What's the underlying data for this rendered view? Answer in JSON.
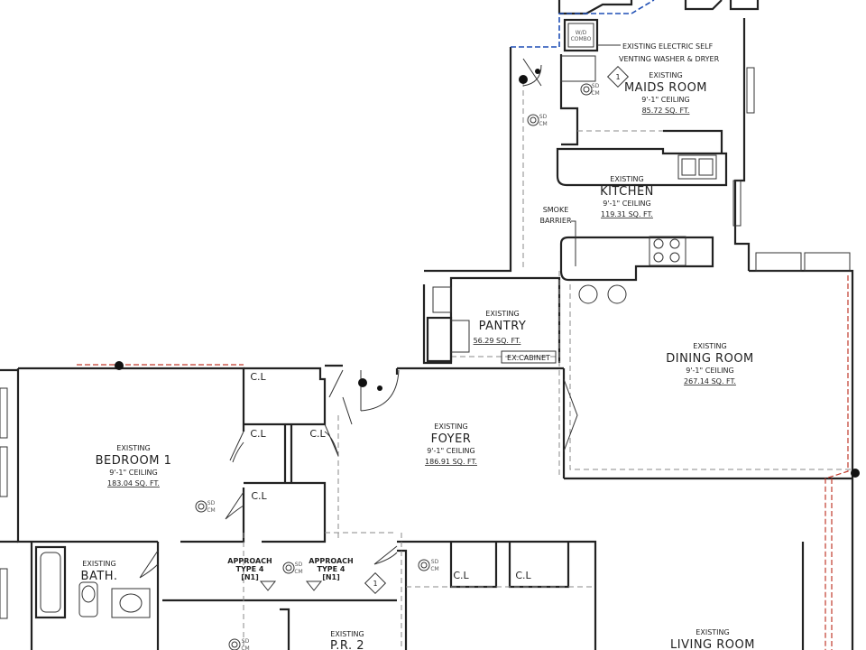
{
  "rooms": {
    "maids_room": {
      "label": "EXISTING",
      "name": "MAIDS ROOM",
      "ceiling": "9'-1\" CEILING",
      "area": "85.72 SQ. FT."
    },
    "kitchen": {
      "label": "EXISTING",
      "name": "KITCHEN",
      "ceiling": "9'-1\" CEILING",
      "area": "119.31 SQ. FT."
    },
    "pantry": {
      "label": "EXISTING",
      "name": "PANTRY",
      "area": "56.29 SQ. FT."
    },
    "dining_room": {
      "label": "EXISTING",
      "name": "DINING ROOM",
      "ceiling": "9'-1\" CEILING",
      "area": "267.14 SQ. FT."
    },
    "bedroom1": {
      "label": "EXISTING",
      "name": "BEDROOM 1",
      "ceiling": "9'-1\" CEILING",
      "area": "183.04 SQ. FT."
    },
    "foyer": {
      "label": "EXISTING",
      "name": "FOYER",
      "ceiling": "9'-1\" CEILING",
      "area": "186.91 SQ. FT."
    },
    "bath": {
      "label": "EXISTING",
      "name": "BATH."
    },
    "pr2": {
      "label": "EXISTING",
      "name": "P.R. 2"
    },
    "living_room": {
      "label": "EXISTING",
      "name": "LIVING ROOM"
    }
  },
  "notes": {
    "washer_line1": "EXISTING ELECTRIC SELF",
    "washer_line2": "VENTING WASHER & DRYER",
    "wd_combo_line1": "W/D",
    "wd_combo_line2": "COMBO",
    "smoke_line1": "SMOKE",
    "smoke_line2": "BARRIER",
    "ex_cabinet": "EX.CABINET",
    "approach_title": "APPROACH",
    "approach_type": "TYPE 4",
    "approach_ref": "[N1]",
    "closet": "C.L",
    "cm_top": "SD",
    "cm_bottom": "CM",
    "tag": "1"
  }
}
